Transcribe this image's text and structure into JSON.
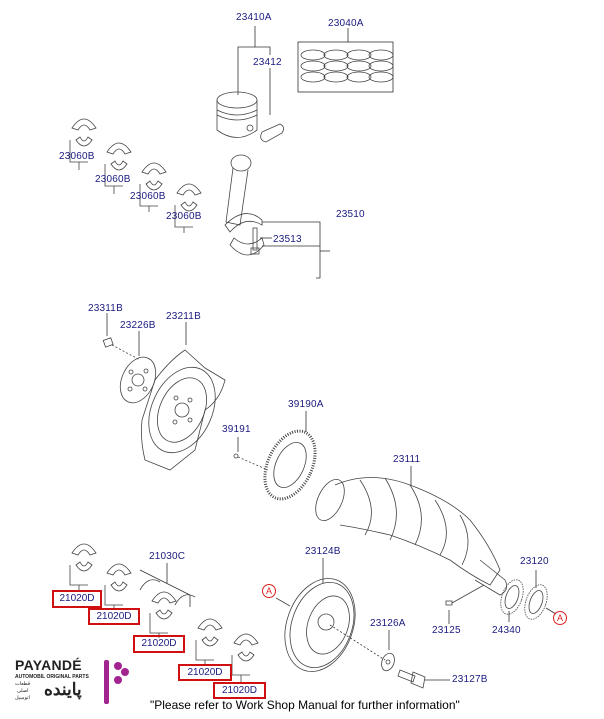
{
  "diagram": {
    "labels": {
      "piston_assy": "23410A",
      "ring_set": "23040A",
      "piston_pin": "23412",
      "rod_bearing_1": "23060B",
      "rod_bearing_2": "23060B",
      "rod_bearing_3": "23060B",
      "rod_bearing_4": "23060B",
      "connecting_rod_assy": "23510",
      "rod_bolt": "23513",
      "flywheel_bolt": "23311B",
      "adapter_plate": "23226B",
      "drive_plate": "23211B",
      "ring_gear": "39190A",
      "ring_gear_bolt": "39191",
      "crankshaft": "23111",
      "thrust_bearing": "21030C",
      "damper_pulley": "23124B",
      "washer": "23126A",
      "pulley_bolt": "23127B",
      "woodruff_key": "23125",
      "sprocket": "24340",
      "crank_gear": "23120"
    },
    "highlighted_labels": [
      "21020D",
      "21020D",
      "21020D",
      "21020D",
      "21020D"
    ],
    "callouts": [
      "A",
      "A"
    ],
    "colors": {
      "label_text": "#1a1a80",
      "highlight_border": "#d01010",
      "callout": "#e02020",
      "brand_accent": "#a2248f"
    }
  },
  "footer": {
    "note": "\"Please refer to Work Shop Manual for further information\""
  },
  "logo": {
    "brand": "PAYANDÉ",
    "tagline": "AUTOMOBIL ORIGINAL PARTS",
    "persian_name": "پاینده",
    "persian_tag_1": "قطعات",
    "persian_tag_2": "اصلی",
    "persian_tag_3": "اتومبیل"
  }
}
